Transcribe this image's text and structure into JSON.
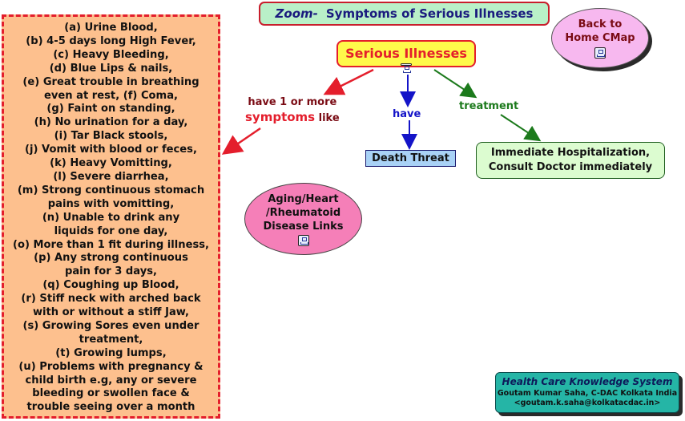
{
  "title": {
    "zoom": "Zoom-",
    "text": "Symptoms of Serious Illnesses"
  },
  "back_node": {
    "line1": "Back to",
    "line2": "Home CMap",
    "icon": "cmap-link-icon"
  },
  "serious_node": {
    "label": "Serious Illnesses",
    "icon": "cmap-link-icon"
  },
  "links": {
    "symptoms_line1": "have 1 or more",
    "symptoms_big": "symptoms",
    "symptoms_tail": " like",
    "have": "have",
    "treatment": "treatment"
  },
  "death_node": {
    "label": "Death Threat"
  },
  "hospital_node": {
    "line1": "Immediate Hospitalization,",
    "line2": "Consult Doctor immediately"
  },
  "aging_node": {
    "line1": "Aging/Heart",
    "line2": "/Rheumatoid",
    "line3": "Disease Links",
    "icon": "cmap-link-icon"
  },
  "symptoms_list": [
    "(a) Urine Blood,",
    "(b) 4-5 days long High Fever,",
    "(c) Heavy Bleeding,",
    "(d) Blue Lips & nails,",
    "(e) Great trouble in breathing",
    "even at rest,    (f) Coma,",
    "(g) Faint on standing,",
    "(h) No urination for a day,",
    "(i) Tar Black stools,",
    "(j) Vomit with blood or feces,",
    "(k) Heavy Vomitting,",
    "(l) Severe diarrhea,",
    "(m) Strong continuous stomach",
    "pains with vomitting,",
    "(n) Unable to drink any",
    "liquids for one day,",
    "(o) More than 1 fit during illness,",
    "(p) Any strong continuous",
    "pain for 3 days,",
    "(q) Coughing up Blood,",
    "(r) Stiff neck with arched back",
    "with or without a stiff Jaw,",
    "(s) Growing Sores even under",
    "treatment,",
    "(t) Growing lumps,",
    "(u) Problems with pregnancy &",
    "child birth e.g, any or severe",
    "bleeding or swollen face &",
    "trouble seeing over a month"
  ],
  "footer": {
    "title": "Health Care Knowledge System",
    "author": "Goutam Kumar Saha, C-DAC Kolkata India",
    "email": "<goutam.k.saha@kolkatacdac.in>"
  },
  "colors": {
    "red_link": "#e41e2c",
    "blue_link": "#1414c8",
    "green_link": "#1c7a1c"
  }
}
